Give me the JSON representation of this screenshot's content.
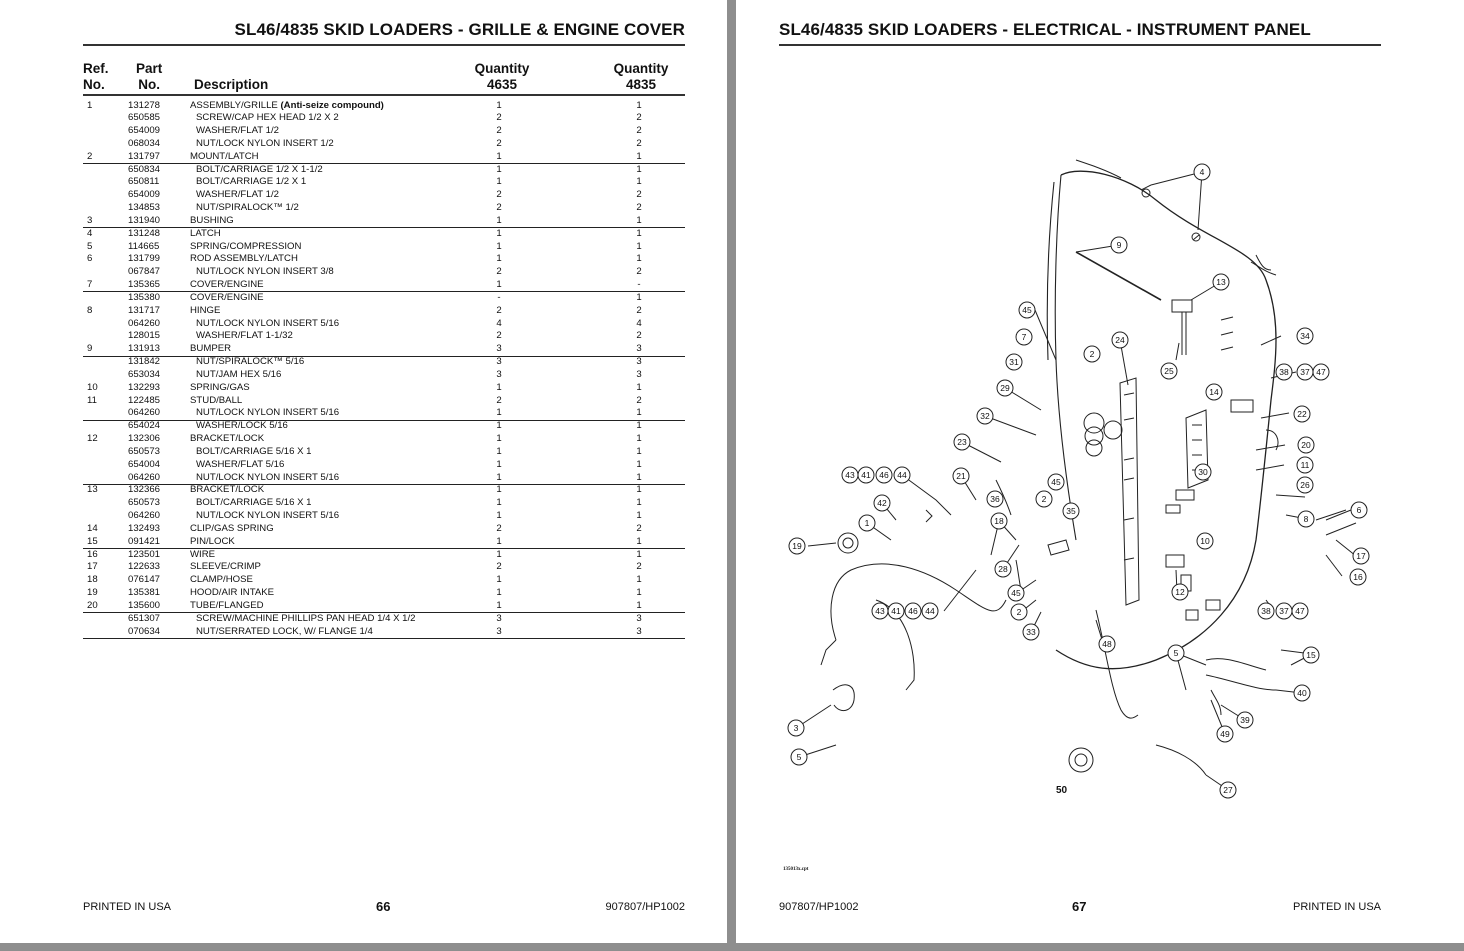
{
  "left_page": {
    "title": "SL46/4835 SKID LOADERS - GRILLE & ENGINE COVER",
    "headers": {
      "ref": "Ref.\nNo.",
      "part": "Part\nNo.",
      "description": "Description",
      "qty_4635": "Quantity\n4635",
      "qty_4835": "Quantity\n4835"
    },
    "rows": [
      {
        "ref": "1",
        "part": "131278",
        "desc": "ASSEMBLY/GRILLE",
        "desc_bold": " (Anti-seize compound)",
        "q1": "1",
        "q2": "1",
        "sub": false
      },
      {
        "ref": "",
        "part": "650585",
        "desc": "SCREW/CAP HEX HEAD 1/2 X 2",
        "q1": "2",
        "q2": "2",
        "sub": true
      },
      {
        "ref": "",
        "part": "654009",
        "desc": "WASHER/FLAT 1/2",
        "q1": "2",
        "q2": "2",
        "sub": true
      },
      {
        "ref": "",
        "part": "068034",
        "desc": "NUT/LOCK NYLON INSERT 1/2",
        "q1": "2",
        "q2": "2",
        "sub": true
      },
      {
        "ref": "2",
        "part": "131797",
        "desc": "MOUNT/LATCH",
        "q1": "1",
        "q2": "1",
        "sub": false,
        "sep": true
      },
      {
        "ref": "",
        "part": "650834",
        "desc": "BOLT/CARRIAGE 1/2 X 1-1/2",
        "q1": "1",
        "q2": "1",
        "sub": true
      },
      {
        "ref": "",
        "part": "650811",
        "desc": "BOLT/CARRIAGE 1/2 X 1",
        "q1": "1",
        "q2": "1",
        "sub": true
      },
      {
        "ref": "",
        "part": "654009",
        "desc": "WASHER/FLAT 1/2",
        "q1": "2",
        "q2": "2",
        "sub": true
      },
      {
        "ref": "",
        "part": "134853",
        "desc": "NUT/SPIRALOCK™ 1/2",
        "q1": "2",
        "q2": "2",
        "sub": true
      },
      {
        "ref": "3",
        "part": "131940",
        "desc": "BUSHING",
        "q1": "1",
        "q2": "1",
        "sub": false,
        "sep": true
      },
      {
        "ref": "4",
        "part": "131248",
        "desc": "LATCH",
        "q1": "1",
        "q2": "1",
        "sub": false
      },
      {
        "ref": "5",
        "part": "114665",
        "desc": "SPRING/COMPRESSION",
        "q1": "1",
        "q2": "1",
        "sub": false
      },
      {
        "ref": "6",
        "part": "131799",
        "desc": "ROD ASSEMBLY/LATCH",
        "q1": "1",
        "q2": "1",
        "sub": false
      },
      {
        "ref": "",
        "part": "067847",
        "desc": "NUT/LOCK NYLON INSERT 3/8",
        "q1": "2",
        "q2": "2",
        "sub": true
      },
      {
        "ref": "7",
        "part": "135365",
        "desc": "COVER/ENGINE",
        "q1": "1",
        "q2": "-",
        "sub": false,
        "sep": true
      },
      {
        "ref": "",
        "part": "135380",
        "desc": "COVER/ENGINE",
        "q1": "-",
        "q2": "1",
        "sub": false
      },
      {
        "ref": "8",
        "part": "131717",
        "desc": "HINGE",
        "q1": "2",
        "q2": "2",
        "sub": false
      },
      {
        "ref": "",
        "part": "064260",
        "desc": "NUT/LOCK NYLON INSERT 5/16",
        "q1": "4",
        "q2": "4",
        "sub": true
      },
      {
        "ref": "",
        "part": "128015",
        "desc": "WASHER/FLAT 1-1/32",
        "q1": "2",
        "q2": "2",
        "sub": true
      },
      {
        "ref": "9",
        "part": "131913",
        "desc": "BUMPER",
        "q1": "3",
        "q2": "3",
        "sub": false,
        "sep": true
      },
      {
        "ref": "",
        "part": "131842",
        "desc": "NUT/SPIRALOCK™ 5/16",
        "q1": "3",
        "q2": "3",
        "sub": true
      },
      {
        "ref": "",
        "part": "653034",
        "desc": "NUT/JAM HEX 5/16",
        "q1": "3",
        "q2": "3",
        "sub": true
      },
      {
        "ref": "10",
        "part": "132293",
        "desc": "SPRING/GAS",
        "q1": "1",
        "q2": "1",
        "sub": false
      },
      {
        "ref": "11",
        "part": "122485",
        "desc": "STUD/BALL",
        "q1": "2",
        "q2": "2",
        "sub": false
      },
      {
        "ref": "",
        "part": "064260",
        "desc": "NUT/LOCK NYLON INSERT 5/16",
        "q1": "1",
        "q2": "1",
        "sub": true,
        "sep": true
      },
      {
        "ref": "",
        "part": "654024",
        "desc": "WASHER/LOCK 5/16",
        "q1": "1",
        "q2": "1",
        "sub": true
      },
      {
        "ref": "12",
        "part": "132306",
        "desc": "BRACKET/LOCK",
        "q1": "1",
        "q2": "1",
        "sub": false
      },
      {
        "ref": "",
        "part": "650573",
        "desc": "BOLT/CARRIAGE 5/16 X 1",
        "q1": "1",
        "q2": "1",
        "sub": true
      },
      {
        "ref": "",
        "part": "654004",
        "desc": "WASHER/FLAT 5/16",
        "q1": "1",
        "q2": "1",
        "sub": true
      },
      {
        "ref": "",
        "part": "064260",
        "desc": "NUT/LOCK NYLON INSERT 5/16",
        "q1": "1",
        "q2": "1",
        "sub": true,
        "sep": true
      },
      {
        "ref": "13",
        "part": "132366",
        "desc": "BRACKET/LOCK",
        "q1": "1",
        "q2": "1",
        "sub": false
      },
      {
        "ref": "",
        "part": "650573",
        "desc": "BOLT/CARRIAGE 5/16 X 1",
        "q1": "1",
        "q2": "1",
        "sub": true
      },
      {
        "ref": "",
        "part": "064260",
        "desc": "NUT/LOCK NYLON INSERT 5/16",
        "q1": "1",
        "q2": "1",
        "sub": true
      },
      {
        "ref": "14",
        "part": "132493",
        "desc": "CLIP/GAS SPRING",
        "q1": "2",
        "q2": "2",
        "sub": false
      },
      {
        "ref": "15",
        "part": "091421",
        "desc": "PIN/LOCK",
        "q1": "1",
        "q2": "1",
        "sub": false,
        "sep": true
      },
      {
        "ref": "16",
        "part": "123501",
        "desc": "WIRE",
        "q1": "1",
        "q2": "1",
        "sub": false
      },
      {
        "ref": "17",
        "part": "122633",
        "desc": "SLEEVE/CRIMP",
        "q1": "2",
        "q2": "2",
        "sub": false
      },
      {
        "ref": "18",
        "part": "076147",
        "desc": "CLAMP/HOSE",
        "q1": "1",
        "q2": "1",
        "sub": false
      },
      {
        "ref": "19",
        "part": "135381",
        "desc": "HOOD/AIR INTAKE",
        "q1": "1",
        "q2": "1",
        "sub": false
      },
      {
        "ref": "20",
        "part": "135600",
        "desc": "TUBE/FLANGED",
        "q1": "1",
        "q2": "1",
        "sub": false,
        "sep": true
      },
      {
        "ref": "",
        "part": "651307",
        "desc": "SCREW/MACHINE PHILLIPS PAN HEAD 1/4 X 1/2",
        "q1": "3",
        "q2": "3",
        "sub": true
      },
      {
        "ref": "",
        "part": "070634",
        "desc": "NUT/SERRATED LOCK, W/ FLANGE 1/4",
        "q1": "3",
        "q2": "3",
        "sub": true,
        "sep": true
      }
    ],
    "footer_left": "PRINTED IN USA",
    "page_number": "66",
    "footer_right": "907807/HP1002"
  },
  "right_page": {
    "title": "SL46/4835 SKID LOADERS - ELECTRICAL - INSTRUMENT PANEL",
    "diagram_tag": "135013x.cpt",
    "part_label_50": "50",
    "callouts": [
      "4",
      "9",
      "13",
      "45",
      "7",
      "2",
      "24",
      "34",
      "31",
      "25",
      "38",
      "37",
      "47",
      "29",
      "14",
      "32",
      "22",
      "23",
      "20",
      "45",
      "2",
      "30",
      "11",
      "43",
      "41",
      "46",
      "44",
      "21",
      "36",
      "35",
      "26",
      "6",
      "42",
      "1",
      "18",
      "8",
      "10",
      "17",
      "19",
      "16",
      "28",
      "45",
      "12",
      "2",
      "38",
      "37",
      "47",
      "43",
      "41",
      "46",
      "44",
      "33",
      "48",
      "5",
      "15",
      "40",
      "39",
      "49",
      "3",
      "5",
      "27"
    ],
    "footer_left": "907807/HP1002",
    "page_number": "67",
    "footer_right": "PRINTED IN USA"
  }
}
